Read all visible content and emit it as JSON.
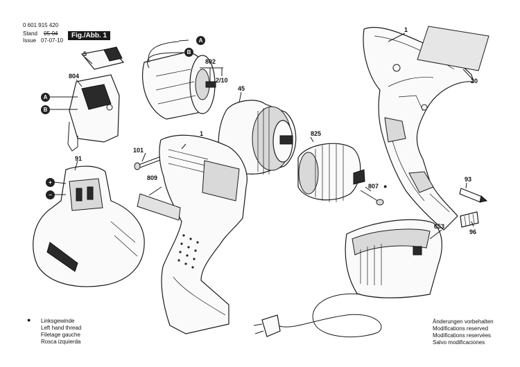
{
  "header": {
    "part_number": "0 601 915 420",
    "stand_label": "Stand",
    "stand_value": "05-04",
    "issue_label": "Issue",
    "issue_value": "07-07-10",
    "figure_label": "Fig./Abb. 1"
  },
  "connectors": {
    "a": "A",
    "b": "B",
    "plus": "+",
    "minus": "−"
  },
  "parts": {
    "p1_top": "1",
    "p1_mid": "1",
    "p5": "5",
    "p20": "20",
    "p45": "45",
    "p91": "91",
    "p93": "93",
    "p96": "96",
    "p101": "101",
    "p653": "653",
    "p802": "802",
    "p210": "2/10",
    "p804": "804",
    "p807": "807",
    "p809": "809",
    "p825": "825"
  },
  "legend_left": {
    "marker": "●",
    "lines": [
      "Linksgewinde",
      "Left hand thread",
      "Filetage gauche",
      "Rosca izquierda"
    ]
  },
  "legend_right": {
    "lines": [
      "Änderungen vorbehalten",
      "Modifications reserved",
      "Modifications reservées",
      "Salvo modificaciones"
    ]
  },
  "icons": [
    "left-hand-thread-dot-icon",
    "battery-plus-icon",
    "battery-minus-icon"
  ]
}
